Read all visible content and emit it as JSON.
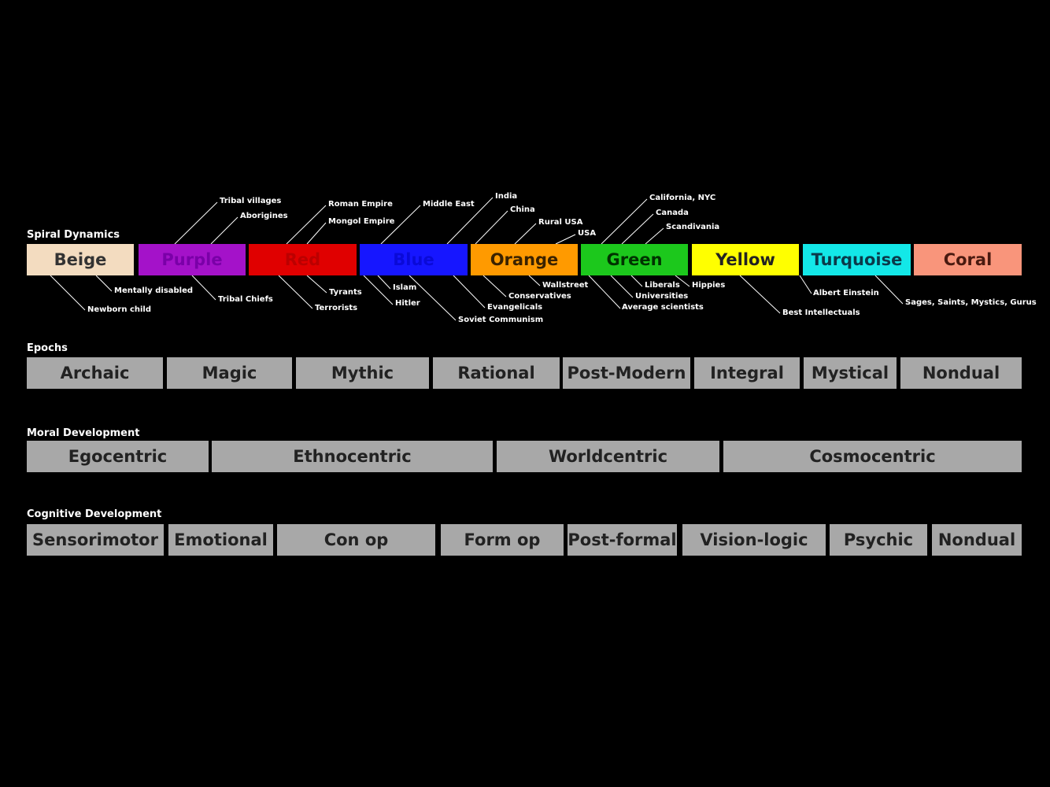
{
  "spiral": {
    "title": "Spiral Dynamics",
    "stages": [
      {
        "label": "Beige",
        "color": "#f3dcc0",
        "text_color": "#333333"
      },
      {
        "label": "Purple",
        "color": "#a412c9",
        "text_color": "#7a00a8"
      },
      {
        "label": "Red",
        "color": "#e00000",
        "text_color": "#bb0000"
      },
      {
        "label": "Blue",
        "color": "#1616ff",
        "text_color": "#0a0ad8"
      },
      {
        "label": "Orange",
        "color": "#ff9a00",
        "text_color": "#3a2200"
      },
      {
        "label": "Green",
        "color": "#1cc81c",
        "text_color": "#003300"
      },
      {
        "label": "Yellow",
        "color": "#ffff00",
        "text_color": "#222222"
      },
      {
        "label": "Turquoise",
        "color": "#13e8e8",
        "text_color": "#0a3a4a"
      },
      {
        "label": "Coral",
        "color": "#f9957b",
        "text_color": "#4a1a10"
      }
    ],
    "annotations": {
      "tribal_villages": "Tribal villages",
      "aborigines": "Aborigines",
      "roman_empire": "Roman Empire",
      "mongol_empire": "Mongol Empire",
      "middle_east": "Middle East",
      "india": "India",
      "china": "China",
      "rural_usa": "Rural USA",
      "usa": "USA",
      "california_nyc": "California, NYC",
      "canada": "Canada",
      "scandivania": "Scandivania",
      "mentally_disabled": "Mentally disabled",
      "newborn_child": "Newborn child",
      "tribal_chiefs": "Tribal Chiefs",
      "tyrants": "Tyrants",
      "terrorists": "Terrorists",
      "islam": "Islam",
      "hitler": "Hitler",
      "soviet_communism": "Soviet Communism",
      "wallstreet": "Wallstreet",
      "conservatives": "Conservatives",
      "evangelicals": "Evangelicals",
      "liberals": "Liberals",
      "universities": "Universities",
      "average_scientists": "Average scientists",
      "hippies": "Hippies",
      "albert_einstein": "Albert Einstein",
      "best_intellectuals": "Best Intellectuals",
      "sages": "Sages, Saints, Mystics, Gurus"
    }
  },
  "epochs": {
    "title": "Epochs",
    "items": [
      "Archaic",
      "Magic",
      "Mythic",
      "Rational",
      "Post-Modern",
      "Integral",
      "Mystical",
      "Nondual"
    ]
  },
  "moral": {
    "title": "Moral Development",
    "items": [
      "Egocentric",
      "Ethnocentric",
      "Worldcentric",
      "Cosmocentric"
    ]
  },
  "cognitive": {
    "title": "Cognitive Development",
    "items": [
      "Sensorimotor",
      "Emotional",
      "Con op",
      "Form op",
      "Post-formal",
      "Vision-logic",
      "Psychic",
      "Nondual"
    ]
  }
}
